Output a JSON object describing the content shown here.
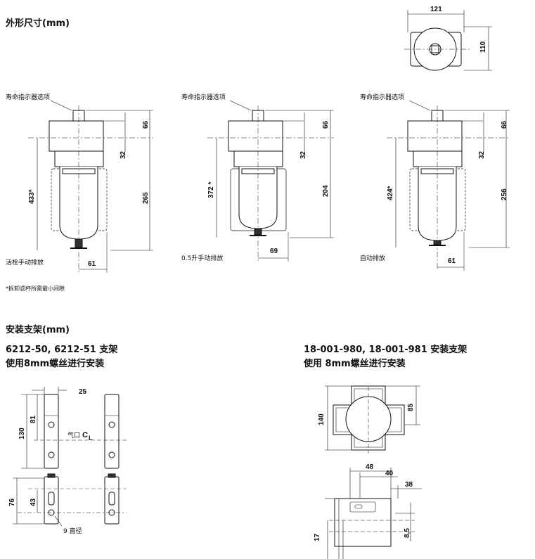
{
  "section1": {
    "title": "外形尺寸(mm)",
    "top_view": {
      "width": "121",
      "height": "110"
    },
    "units": [
      {
        "indicator_label": "寿命指示器选项",
        "drain_label": "活栓手动排放",
        "dim_top": "66",
        "dim_head": "32",
        "dim_clearance": "433*",
        "dim_body": "265",
        "dim_width": "61"
      },
      {
        "indicator_label": "寿命指示器选项",
        "drain_label": "0.5升手动排放",
        "dim_top": "66",
        "dim_head": "32",
        "dim_clearance": "372 *",
        "dim_body": "204",
        "dim_width": "69"
      },
      {
        "indicator_label": "寿命指示器选项",
        "drain_label": "自动排放",
        "dim_top": "66",
        "dim_head": "32",
        "dim_clearance": "424*",
        "dim_body": "256",
        "dim_width": "61"
      }
    ],
    "footnote": "*拆卸滤杯所需最小间隙"
  },
  "section2": {
    "title": "安装支架(mm)",
    "left": {
      "line1": "6212-50, 6212-51 支架",
      "line2": "使用8mm螺丝进行安装",
      "dims": {
        "width": "25",
        "height": "130",
        "upper": "81",
        "lower_total": "76",
        "lower": "43",
        "port_label": "气口",
        "cl_c": "C",
        "cl_l": "L",
        "hole": "9 直径"
      }
    },
    "right": {
      "line1": "18-001-980, 18-001-981 安装支架",
      "line2": "使用 8mm螺丝进行安装",
      "dims": {
        "height": "140",
        "upper": "85",
        "d48": "48",
        "d40": "40",
        "d38": "38",
        "d17": "17",
        "d85": "8,5"
      }
    }
  }
}
